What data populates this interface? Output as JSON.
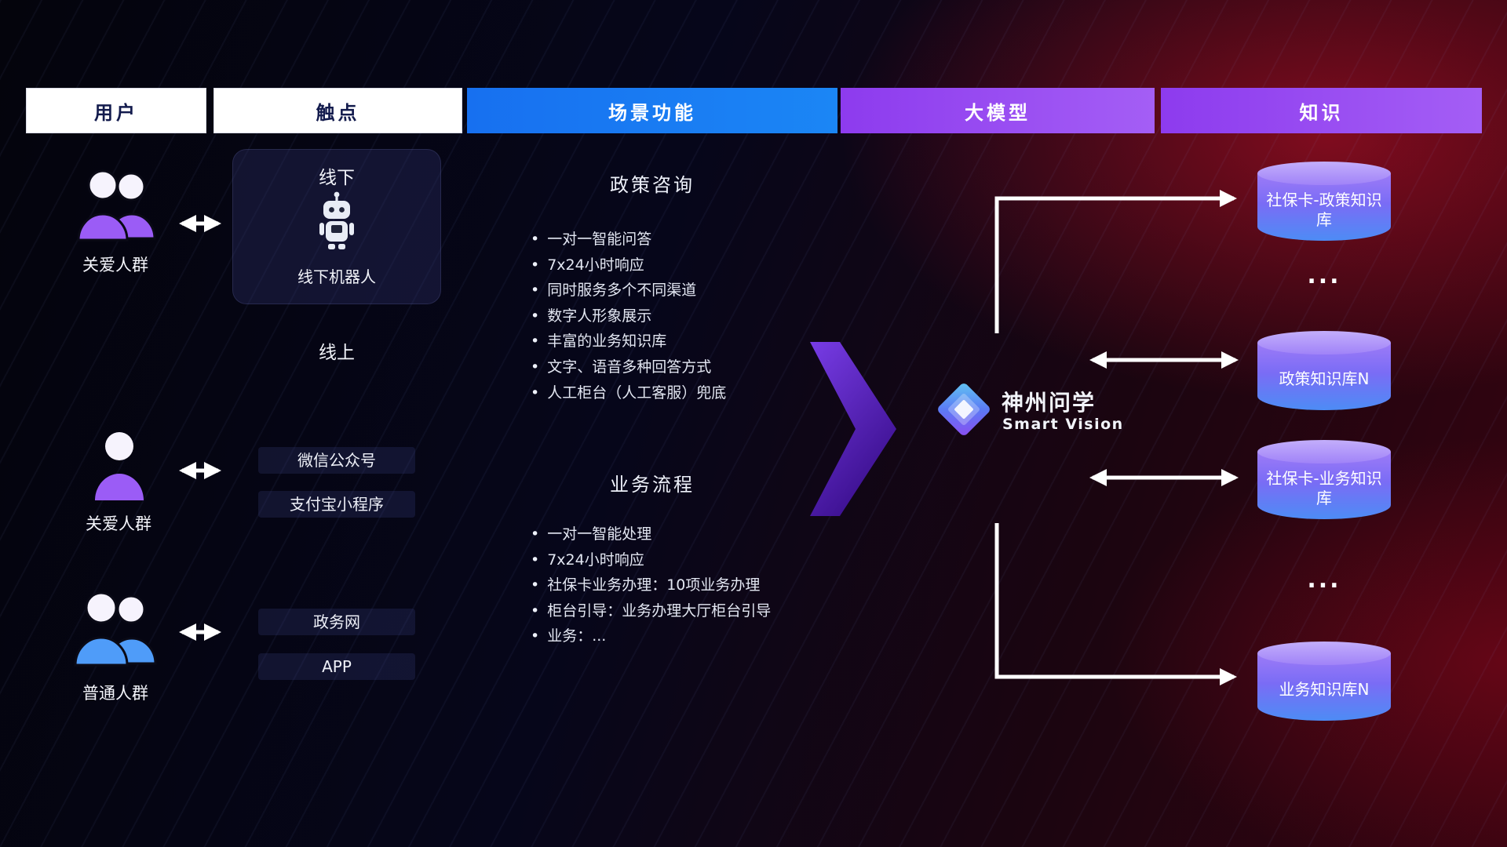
{
  "header": {
    "columns": [
      {
        "label": "用户",
        "style": "white"
      },
      {
        "label": "触点",
        "style": "white"
      },
      {
        "label": "场景功能",
        "style": "blue"
      },
      {
        "label": "大模型",
        "style": "purple"
      },
      {
        "label": "知识",
        "style": "purple"
      }
    ]
  },
  "users": [
    {
      "label": "关爱人群",
      "icon": "group-people-icon",
      "color": "#9b5cf6"
    },
    {
      "label": "关爱人群",
      "icon": "person-icon",
      "color": "#9b5cf6"
    },
    {
      "label": "普通人群",
      "icon": "group-people-icon",
      "color": "#4f9cf9"
    }
  ],
  "touchpoints": {
    "offline_title": "线下",
    "offline_robot_label": "线下机器人",
    "online_title": "线上",
    "items": [
      "微信公众号",
      "支付宝小程序",
      "政务网",
      "APP"
    ]
  },
  "scenarios": [
    {
      "title": "政策咨询",
      "items": [
        "一对一智能问答",
        "7x24小时响应",
        "同时服务多个不同渠道",
        "数字人形象展示",
        "丰富的业务知识库",
        "文字、语音多种回答方式",
        "人工柜台（人工客服）兜底"
      ]
    },
    {
      "title": "业务流程",
      "items": [
        "一对一智能处理",
        "7x24小时响应",
        "社保卡业务办理：10项业务办理",
        "柜台引导：业务办理大厅柜台引导",
        "业务：..."
      ]
    }
  ],
  "model": {
    "name": "神州问学",
    "subtitle": "Smart Vision",
    "logo": "diamond-logo-icon"
  },
  "knowledge": {
    "databases": [
      "社保卡-政策知识库",
      "政策知识库N",
      "社保卡-业务知识库",
      "业务知识库N"
    ],
    "ellipsis": "...",
    "db_icon": "database-cylinder-icon"
  },
  "colors": {
    "header_blue": "#1770f0",
    "header_purple": "#9a4ef0",
    "user_purple": "#9b5cf6",
    "user_blue": "#4f9cf9",
    "cylinder_top": "#b49df9",
    "cylinder_bottom": "#4d8cf5",
    "arrow_white": "#ffffff",
    "bg_left": "#04040c",
    "bg_right": "#360410"
  }
}
